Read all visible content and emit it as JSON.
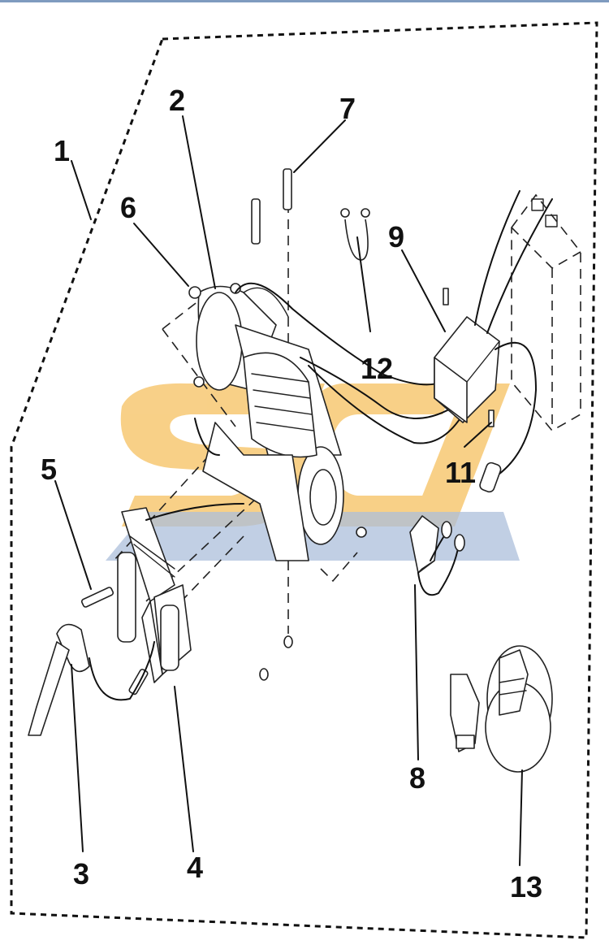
{
  "diagram": {
    "callouts": [
      {
        "id": "1",
        "label": "1"
      },
      {
        "id": "2",
        "label": "2"
      },
      {
        "id": "3",
        "label": "3"
      },
      {
        "id": "4",
        "label": "4"
      },
      {
        "id": "5",
        "label": "5"
      },
      {
        "id": "6",
        "label": "6"
      },
      {
        "id": "7",
        "label": "7"
      },
      {
        "id": "8",
        "label": "8"
      },
      {
        "id": "9",
        "label": "9"
      },
      {
        "id": "11",
        "label": "11"
      },
      {
        "id": "12",
        "label": "12"
      },
      {
        "id": "13",
        "label": "13"
      }
    ],
    "colors": {
      "watermark_orange": "#f7c873",
      "watermark_blue": "#9fb4d6",
      "line": "#111111",
      "top_rule": "#7f9bbf"
    }
  }
}
